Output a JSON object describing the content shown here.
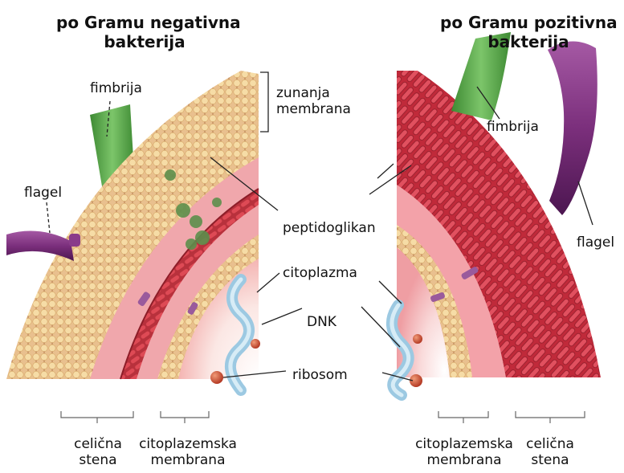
{
  "titles": {
    "negative_line1": "po Gramu negativna",
    "negative_line2": "bakterija",
    "positive_line1": "po Gramu pozitivna",
    "positive_line2": "bakterija"
  },
  "labels": {
    "fimbrija_left": "fimbrija",
    "fimbrija_right": "fimbrija",
    "zunanja_line1": "zunanja",
    "zunanja_line2": "membrana",
    "flagel_left": "flagel",
    "flagel_right": "flagel",
    "peptidoglikan": "peptidoglikan",
    "citoplazma": "citoplazma",
    "dnk": "DNK",
    "ribosom": "ribosom"
  },
  "bottom": {
    "left_stena_1": "celična",
    "left_stena_2": "stena",
    "left_membrana_1": "citoplazemska",
    "left_membrana_2": "membrana",
    "right_membrana_1": "citoplazemska",
    "right_membrana_2": "membrana",
    "right_stena_1": "celična",
    "right_stena_2": "stena"
  },
  "colors": {
    "lipid_head": "#f1cf8f",
    "lipid_tail": "#c98a5a",
    "peptidoglycan": "#c5303c",
    "cytoplasm": "#f3a8ad",
    "fimbria": "#5aa94b",
    "flagellum": "#7b2f7c",
    "dna": "#a9d4ea",
    "ribosome": "#c64a2c"
  }
}
